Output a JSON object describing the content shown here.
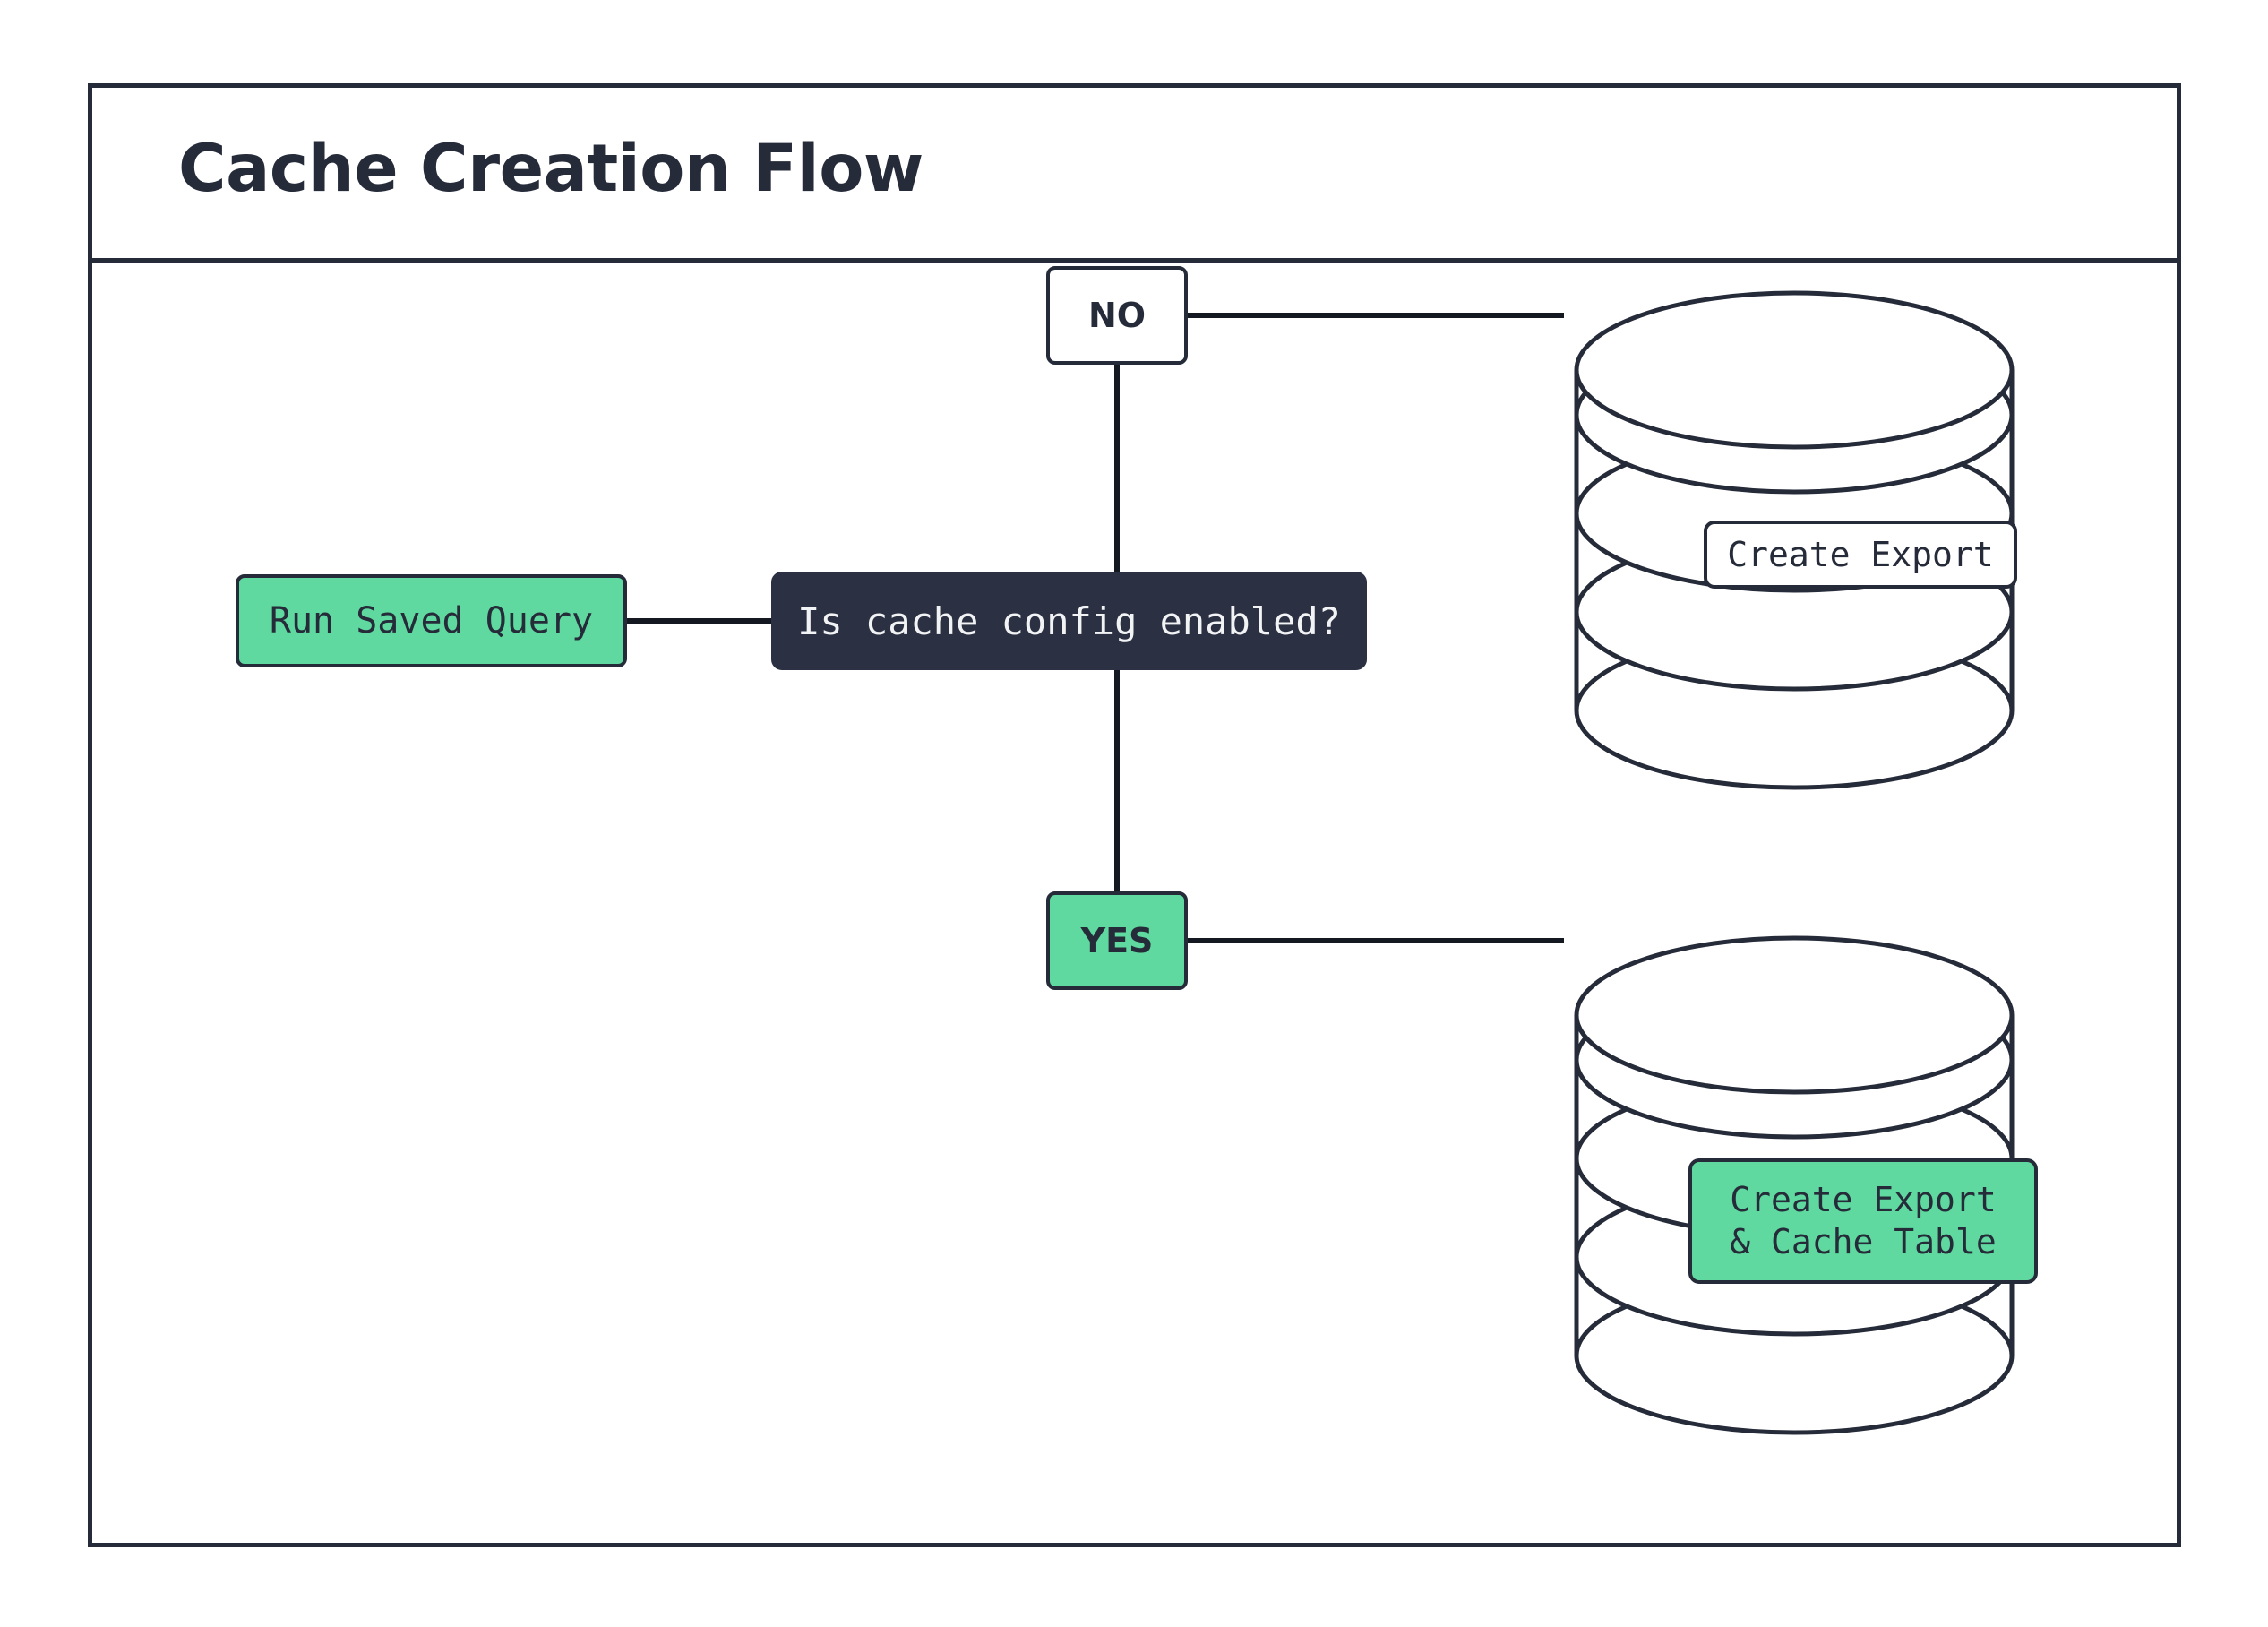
{
  "diagram": {
    "title": "Cache Creation Flow",
    "type": "flowchart",
    "colors": {
      "accent_green": "#5fd99f",
      "dark": "#262b3a",
      "decision_fill": "#2b3142",
      "decision_text": "#f2f3f5",
      "background": "#ffffff"
    },
    "nodes": [
      {
        "id": "run-saved-query",
        "label": "Run Saved Query",
        "shape": "rounded-rect",
        "fill": "green"
      },
      {
        "id": "decision",
        "label": "Is cache config enabled?",
        "shape": "rounded-rect",
        "fill": "dark"
      },
      {
        "id": "no",
        "label": "NO",
        "shape": "rounded-rect",
        "fill": "white"
      },
      {
        "id": "yes",
        "label": "YES",
        "shape": "rounded-rect",
        "fill": "green"
      },
      {
        "id": "create-export",
        "label": "Create Export",
        "shape": "rounded-rect",
        "fill": "white",
        "container": "database-cylinder-top"
      },
      {
        "id": "create-export-cache",
        "label_line_1": "Create Export",
        "label_line_2": "& Cache Table",
        "shape": "rounded-rect",
        "fill": "green",
        "container": "database-cylinder-bottom"
      }
    ],
    "edges": [
      {
        "from": "run-saved-query",
        "to": "decision",
        "label": ""
      },
      {
        "from": "decision",
        "to": "no",
        "label": "NO"
      },
      {
        "from": "decision",
        "to": "yes",
        "label": "YES"
      },
      {
        "from": "no",
        "to": "create-export",
        "label": ""
      },
      {
        "from": "yes",
        "to": "create-export-cache",
        "label": ""
      }
    ],
    "containers": [
      {
        "id": "database-cylinder-top",
        "shape": "database-stack",
        "disks": 4
      },
      {
        "id": "database-cylinder-bottom",
        "shape": "database-stack",
        "disks": 4
      }
    ]
  }
}
